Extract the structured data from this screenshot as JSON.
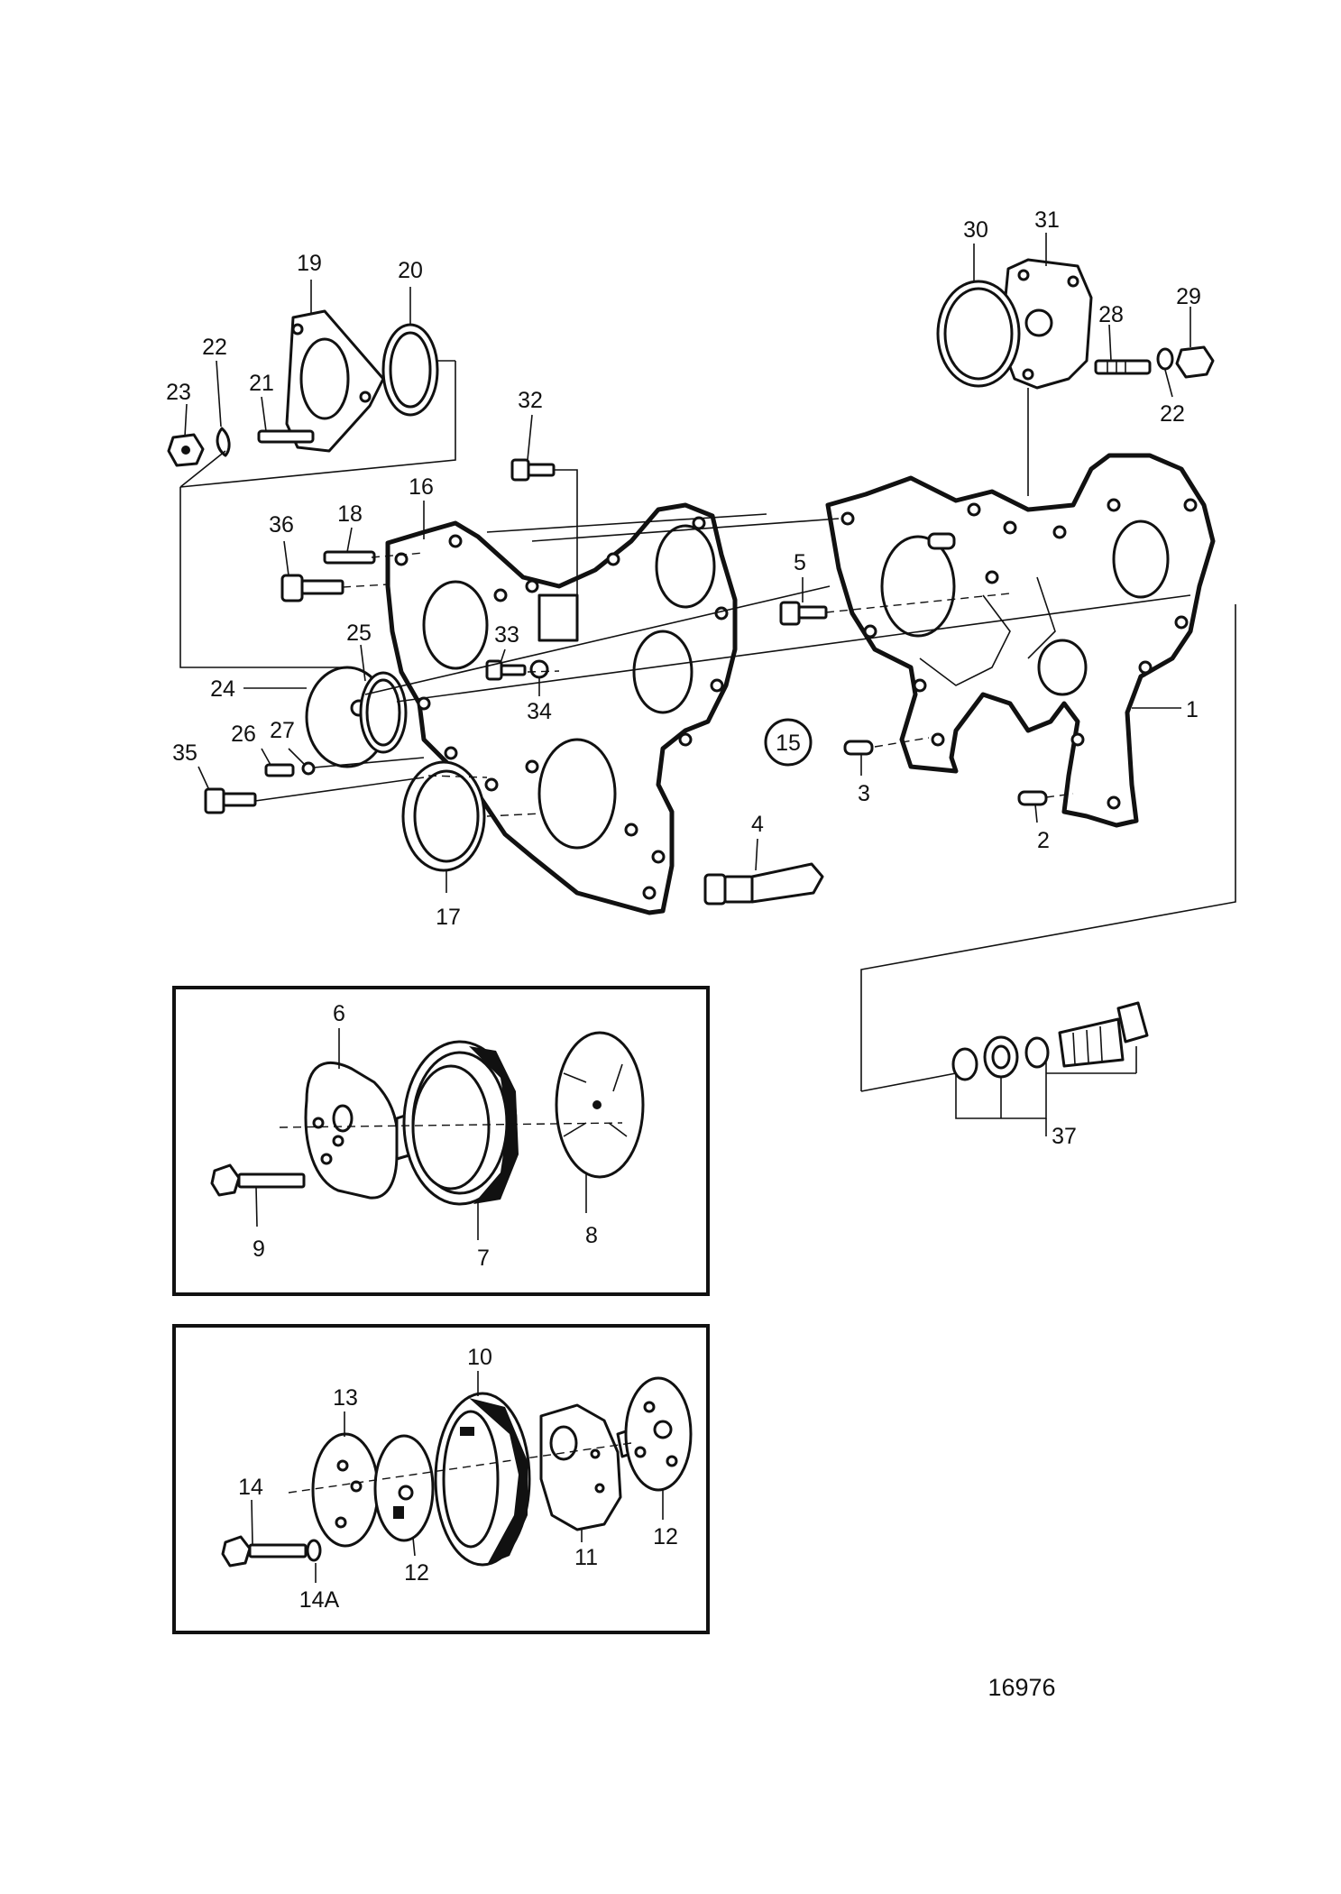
{
  "labels": {
    "l1": "1",
    "l2": "2",
    "l3": "3",
    "l4": "4",
    "l5": "5",
    "l6": "6",
    "l7": "7",
    "l8": "8",
    "l9": "9",
    "l10": "10",
    "l11": "11",
    "l12a": "12",
    "l12b": "12",
    "l13": "13",
    "l14": "14",
    "l14a": "14A",
    "l15": "15",
    "l16": "16",
    "l17": "17",
    "l18": "18",
    "l19": "19",
    "l20": "20",
    "l21": "21",
    "l22a": "22",
    "l22b": "22",
    "l23": "23",
    "l24": "24",
    "l25": "25",
    "l26": "26",
    "l27": "27",
    "l28": "28",
    "l29": "29",
    "l30": "30",
    "l31": "31",
    "l32": "32",
    "l33": "33",
    "l34": "34",
    "l35": "35",
    "l36": "36",
    "l37": "37"
  },
  "document_number": "16976"
}
